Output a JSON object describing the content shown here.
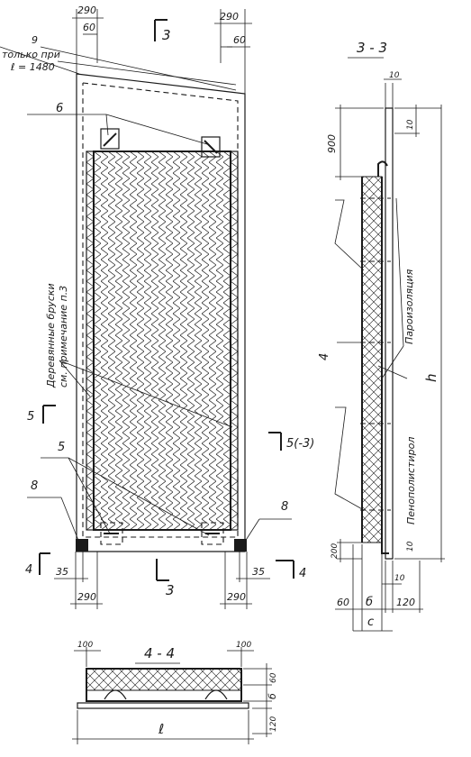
{
  "main_view": {
    "dim_290_tl": "290",
    "dim_60_tl": "60",
    "dim_290_tr": "290",
    "dim_60_tr": "60",
    "section_3_top": "3",
    "section_3_bottom": "3",
    "pos_9": "9",
    "note_only": "только при",
    "note_length": "ℓ = 1480",
    "pos_6": "6",
    "wood_note_1": "Деревянные бруски",
    "wood_note_2": "см. примечание п.3",
    "section_5_left": "5",
    "section_5_right": "5(-3)",
    "pos_5": "5",
    "pos_8_left": "8",
    "pos_8_right": "8",
    "section_4_left": "4",
    "section_4_right": "4",
    "dim_35_left": "35",
    "dim_35_right": "35",
    "dim_290_bl": "290",
    "dim_290_br": "290"
  },
  "section_3_3": {
    "title": "3 - 3",
    "dim_10_top": "10",
    "dim_10_top_right": "10",
    "dim_900": "900",
    "label_vapor": "Пароизоляция",
    "label_foam": "Пенополистирол",
    "pos_4": "4",
    "dim_h": "h",
    "dim_200": "200",
    "dim_10_bottom": "10",
    "dim_10_base": "10",
    "dim_120": "120",
    "dim_60": "60",
    "dim_b": "б",
    "dim_c": "c"
  },
  "section_4_4": {
    "title": "4 - 4",
    "dim_100_left": "100",
    "dim_100_right": "100",
    "dim_60": "60",
    "dim_b": "б",
    "dim_120": "120",
    "dim_l": "ℓ"
  }
}
